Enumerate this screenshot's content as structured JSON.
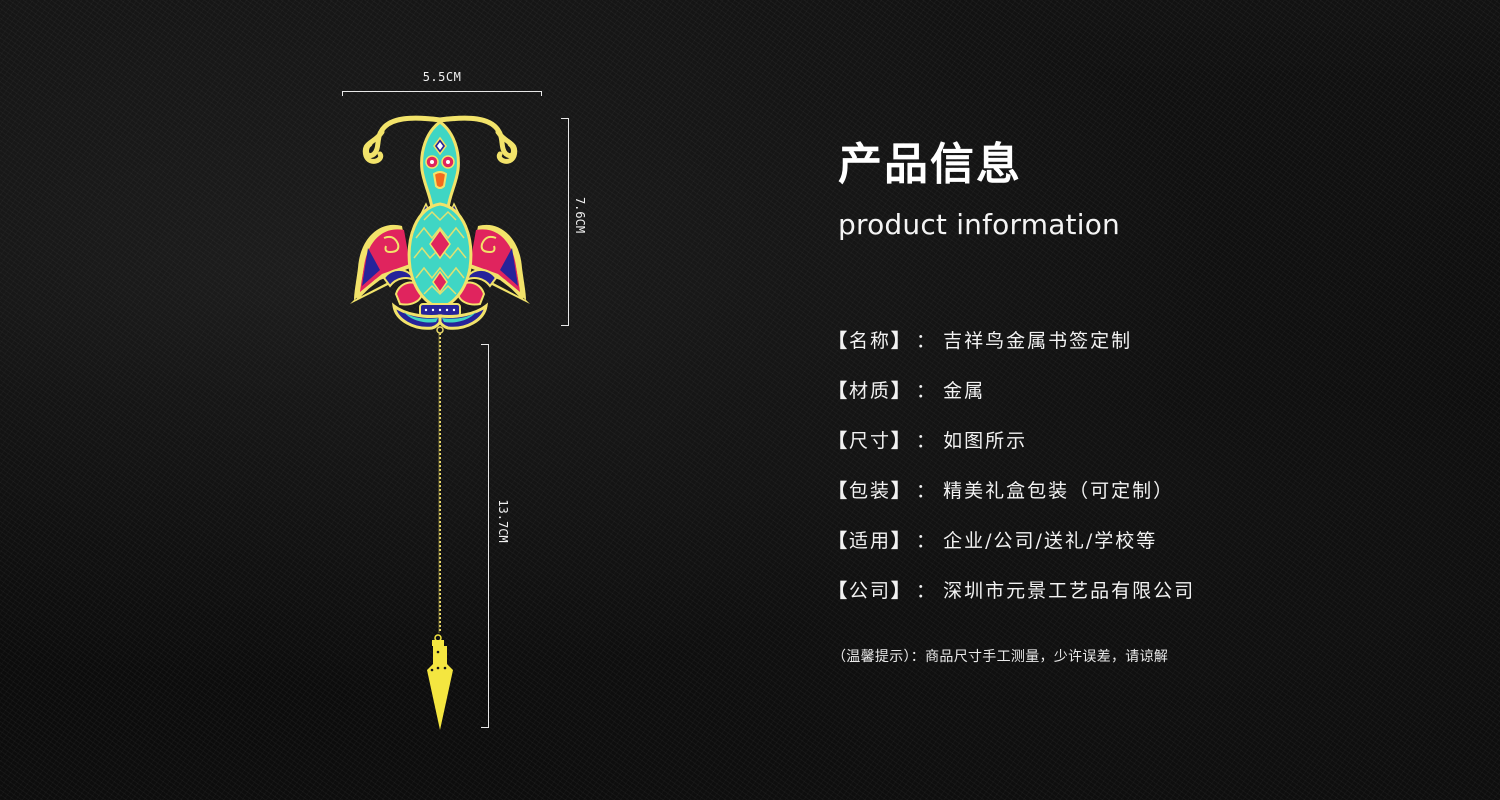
{
  "dimensions": {
    "width_label": "5.5CM",
    "pendant_height_label": "7.6CM",
    "chain_length_label": "13.7CM"
  },
  "artwork": {
    "name": "auspicious-bird-bookmark",
    "colors": {
      "gold": "#f2e36a",
      "gold_outline": "#e9d86a",
      "turquoise": "#3fd6c4",
      "crimson": "#e0245e",
      "navy": "#27239a",
      "orange": "#f36a1c",
      "pendant": "#f4e640"
    }
  },
  "header": {
    "title": "产品信息",
    "subtitle": "product information"
  },
  "info": {
    "open_bracket": "【",
    "close_bracket": "】",
    "separator": "：",
    "rows": [
      {
        "key": "名称",
        "value": "吉祥鸟金属书签定制"
      },
      {
        "key": "材质",
        "value": "金属"
      },
      {
        "key": "尺寸",
        "value": "如图所示"
      },
      {
        "key": "包装",
        "value": "精美礼盒包装（可定制）"
      },
      {
        "key": "适用",
        "value": "企业/公司/送礼/学校等"
      },
      {
        "key": "公司",
        "value": "深圳市元景工艺品有限公司"
      }
    ]
  },
  "note": "（温馨提示）：商品尺寸手工测量，少许误差，请谅解",
  "theme": {
    "background": "#0b0b0b",
    "text": "#ffffff"
  }
}
